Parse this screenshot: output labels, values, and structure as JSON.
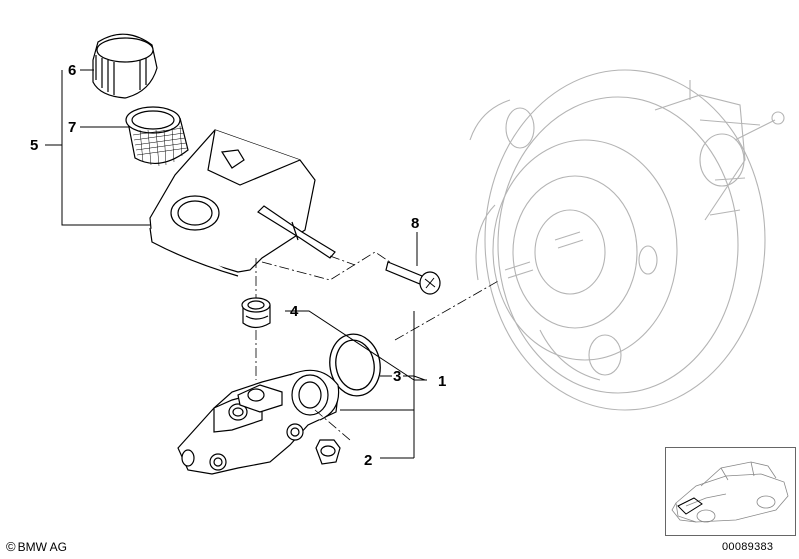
{
  "diagram": {
    "callouts": [
      {
        "id": "1",
        "label": "1"
      },
      {
        "id": "2",
        "label": "2"
      },
      {
        "id": "3",
        "label": "3"
      },
      {
        "id": "4",
        "label": "4"
      },
      {
        "id": "5",
        "label": "5"
      },
      {
        "id": "6",
        "label": "6"
      },
      {
        "id": "7",
        "label": "7"
      },
      {
        "id": "8",
        "label": "8"
      }
    ]
  },
  "footer": {
    "copyright_symbol": "©",
    "copyright_text": "BMW AG",
    "image_number": "00089383"
  },
  "colors": {
    "line": "#000000",
    "ghost_line": "#b4b4b4",
    "thumbnail_border": "#666666"
  }
}
